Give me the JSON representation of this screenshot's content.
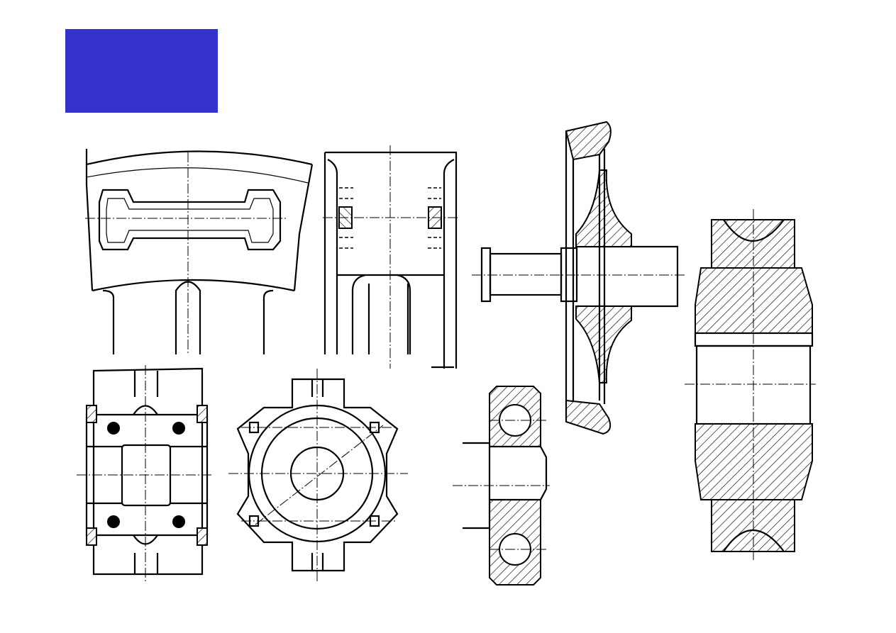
{
  "slide": {
    "title_block_color": "#3333CC",
    "drawing_color": "#000000",
    "background": "#FFFFFF"
  },
  "figures": [
    {
      "name": "rim-clip-front-view"
    },
    {
      "name": "rim-clip-side-view"
    },
    {
      "name": "wheel-on-shaft-section"
    },
    {
      "name": "grooved-pulley-section"
    },
    {
      "name": "clamp-block-view"
    },
    {
      "name": "star-hub-view"
    },
    {
      "name": "ball-bearing-section"
    }
  ]
}
